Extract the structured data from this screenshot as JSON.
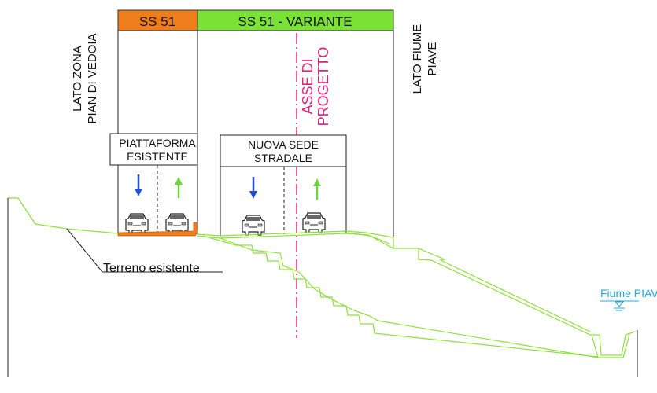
{
  "headers": {
    "existing_road": "SS 51",
    "variant_road": "SS 51 - VARIANTE"
  },
  "side_labels": {
    "left_line1": "LATO ZONA",
    "left_line2": "PIAN DI VEDOIA",
    "right_line1": "LATO FIUME",
    "right_line2": "PIAVE"
  },
  "axis_label": {
    "line1": "ASSE DI",
    "line2": "PROGETTO"
  },
  "platforms": {
    "existing_line1": "PIATTAFORMA",
    "existing_line2": "ESISTENTE",
    "new_line1": "NUOVA SEDE",
    "new_line2": "STRADALE"
  },
  "ground_label": "Terreno esistente",
  "river_label": "Fiume PIAVE",
  "colors": {
    "orange": "#f07d1c",
    "green": "#7ae234",
    "terrain_green": "#8ee03a",
    "axis_magenta": "#e0207a",
    "arrow_blue": "#1f4fd6",
    "arrow_green": "#6ad63a",
    "river_blue": "#22a9e0"
  },
  "icons": {
    "vehicle": "car-front-icon",
    "down_arrow": "arrow-down-icon",
    "up_arrow": "arrow-up-icon",
    "water_level": "water-level-icon"
  }
}
